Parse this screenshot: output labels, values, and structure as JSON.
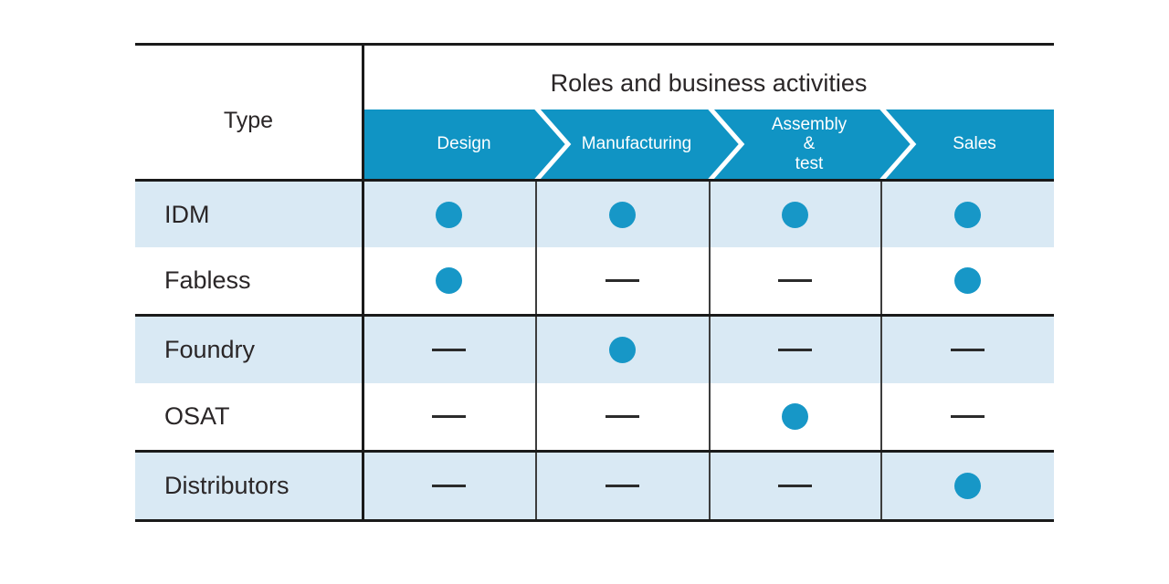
{
  "chart_data": {
    "type": "table",
    "title": "Roles and business activities",
    "corner_header": "Type",
    "columns": [
      {
        "label": "Design",
        "display": "Design"
      },
      {
        "label": "Manufacturing",
        "display": "Manufacturing"
      },
      {
        "label": "Assembly & test",
        "display": "Assembly\n&\ntest"
      },
      {
        "label": "Sales",
        "display": "Sales"
      }
    ],
    "rows": [
      {
        "label": "IDM",
        "cells": [
          "dot",
          "dot",
          "dot",
          "dot"
        ]
      },
      {
        "label": "Fabless",
        "cells": [
          "dot",
          "dash",
          "dash",
          "dot"
        ]
      },
      {
        "label": "Foundry",
        "cells": [
          "dash",
          "dot",
          "dash",
          "dash"
        ]
      },
      {
        "label": "OSAT",
        "cells": [
          "dash",
          "dash",
          "dot",
          "dash"
        ]
      },
      {
        "label": "Distributors",
        "cells": [
          "dash",
          "dash",
          "dash",
          "dot"
        ]
      }
    ],
    "cell_symbols": {
      "dot": "●",
      "dash": "—"
    },
    "layout_hints": {
      "header_band_style": "teal chevron arrows pointing right",
      "row_striping": "alternating light blue and white",
      "section_dividers_after_rows": [
        "Fabless",
        "OSAT"
      ]
    }
  },
  "colors": {
    "band_teal": "#1094c4",
    "dot_teal": "#1797c7",
    "row_alt_blue": "#d9e9f4",
    "border_dark": "#1a1a1a",
    "thin_line": "#3d3d3d",
    "text_dark": "#2a2627",
    "stage_text": "#ffffff",
    "dash_dark": "#2b2b2b",
    "background": "#ffffff"
  }
}
